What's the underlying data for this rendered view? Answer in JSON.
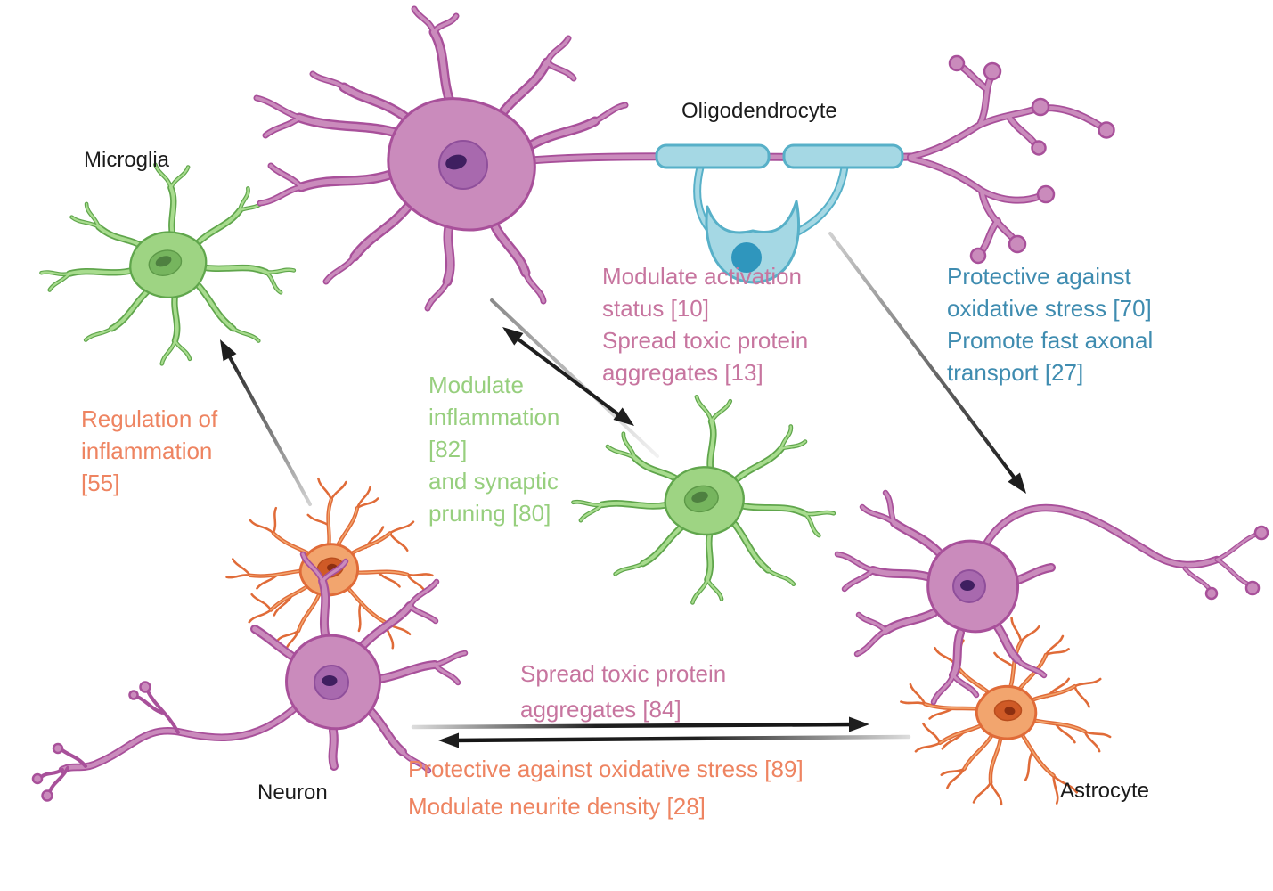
{
  "figure": {
    "type": "cell-interaction-diagram",
    "background": "#ffffff",
    "description": "Interactions between neuron and glial cells with literature references"
  },
  "cell_labels": [
    {
      "id": "microglia",
      "text": "Microglia"
    },
    {
      "id": "oligodendrocyte",
      "text": "Oligodendrocyte"
    },
    {
      "id": "neuron",
      "text": "Neuron"
    },
    {
      "id": "astrocyte",
      "text": "Astrocyte"
    }
  ],
  "annotations": [
    {
      "id": "neuron-to-oligodendrocyte",
      "color": "#c7759f",
      "text": "Modulate activation\nstatus [10]\nSpread toxic protein\naggregates [13]"
    },
    {
      "id": "oligodendrocyte-to-neuron",
      "color": "#3f8cb0",
      "text": "Protective against\noxidative stress [70]\nPromote fast axonal\ntransport [27]"
    },
    {
      "id": "microglia-to-neuron",
      "color": "#97cf7e",
      "text": "Modulate\ninflammation\n[82]\nand synaptic\npruning [80]"
    },
    {
      "id": "astrocyte-to-microglia",
      "color": "#ee8461",
      "text": "Regulation of\ninflammation\n[55]"
    },
    {
      "id": "neuron-to-astrocyte",
      "color": "#c7759f",
      "text": "Spread toxic protein\naggregates [84]"
    },
    {
      "id": "astrocyte-to-neuron",
      "color": "#ee8461",
      "text": "Protective against oxidative stress [89]\nModulate neurite density [28]"
    }
  ],
  "arrows": [
    {
      "id": "arrow-astrocyte-to-microglia",
      "style": "gradient-fade-tail",
      "direction": "up-left"
    },
    {
      "id": "arrow-neuron-microglia-double",
      "style": "double-headed",
      "direction": "both"
    },
    {
      "id": "arrow-oligodendrocyte-to-neuron",
      "style": "gradient-fade-tail",
      "direction": "down-right"
    },
    {
      "id": "arrow-neuron-to-astrocyte",
      "style": "gradient-fade-tail",
      "direction": "right"
    },
    {
      "id": "arrow-astrocyte-to-neuron",
      "style": "gradient-fade-tail",
      "direction": "left"
    }
  ],
  "colors": {
    "neuron_fill": "#ca8bbc",
    "neuron_stroke": "#a8509a",
    "neuron_nucleus": "#a869ae",
    "neuron_nucleus_stroke": "#8f4f9b",
    "neuron_nucleolus": "#3f1f60",
    "microglia_fill": "#a8dc8e",
    "microglia_soma": "#9ed483",
    "microglia_stroke": "#60a64c",
    "microglia_nucleus": "#76b55e",
    "microglia_nucleus_stroke": "#5d9948",
    "microglia_nucleolus": "#4e8040",
    "astrocyte_fill": "#f2a56e",
    "astrocyte_stroke": "#e06b38",
    "astrocyte_nucleus": "#cf5a26",
    "astrocyte_nucleus_stroke": "#b94d1d",
    "astrocyte_nucleolus": "#8c2f10",
    "oligodendrocyte_fill": "#a5d8e4",
    "oligodendrocyte_stroke": "#57b0c8",
    "oligodendrocyte_nucleus": "#2f96bd",
    "t_pink": "#c7759f",
    "t_blue": "#3f8cb0",
    "t_green": "#97cf7e",
    "t_orange": "#ee8461",
    "t_black": "#1b1b1b",
    "arrow": "#1e1e1e"
  }
}
